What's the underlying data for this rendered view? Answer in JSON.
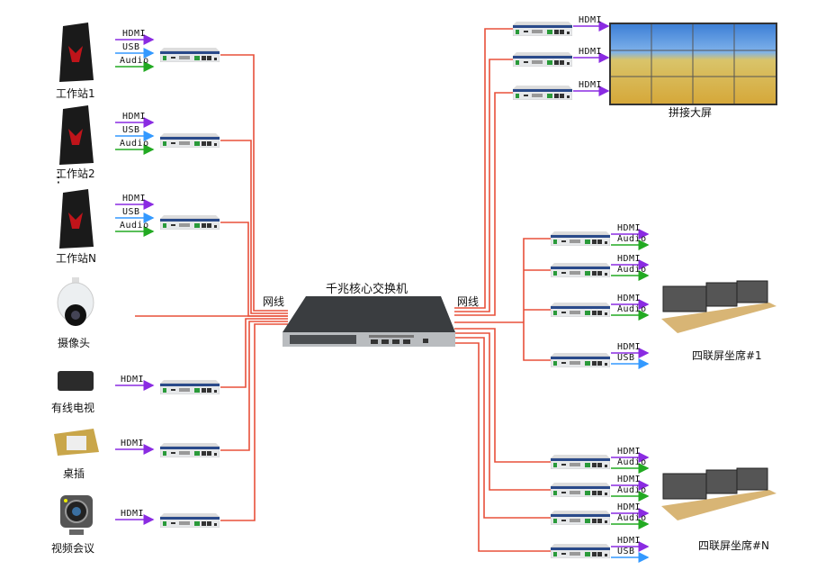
{
  "colors": {
    "wire": "#e8503a",
    "hdmi": "#8a2be2",
    "usb": "#3399ff",
    "audio": "#22aa22"
  },
  "switch": {
    "label": "千兆核心交换机",
    "left_cable_label": "网线",
    "right_cable_label": "网线"
  },
  "sources": [
    {
      "label": "工作站1",
      "icon": "workstation-tower-icon",
      "signals": [
        "HDMI",
        "USB",
        "Audio"
      ]
    },
    {
      "label": "工作站2",
      "icon": "workstation-tower-icon",
      "signals": [
        "HDMI",
        "USB",
        "Audio"
      ]
    },
    {
      "label": "工作站N",
      "icon": "workstation-tower-icon",
      "signals": [
        "HDMI",
        "USB",
        "Audio"
      ]
    },
    {
      "label": "摄像头",
      "icon": "ptz-camera-icon",
      "signals": []
    },
    {
      "label": "有线电视",
      "icon": "set-top-box-icon",
      "signals": [
        "HDMI"
      ]
    },
    {
      "label": "桌插",
      "icon": "desk-socket-icon",
      "signals": [
        "HDMI"
      ]
    },
    {
      "label": "视频会议",
      "icon": "webcam-icon",
      "signals": [
        "HDMI"
      ]
    }
  ],
  "ellipsis": "⋮",
  "video_wall": {
    "label": "拼接大屏",
    "signals": [
      "HDMI",
      "HDMI",
      "HDMI"
    ]
  },
  "seat1": {
    "label": "四联屏坐席#1",
    "decoders": [
      [
        "HDMI",
        "Audio"
      ],
      [
        "HDMI",
        "Audio"
      ],
      [
        "HDMI",
        "Audio"
      ],
      [
        "HDMI",
        "USB"
      ]
    ]
  },
  "seatN": {
    "label": "四联屏坐席#N",
    "decoders": [
      [
        "HDMI",
        "Audio"
      ],
      [
        "HDMI",
        "Audio"
      ],
      [
        "HDMI",
        "Audio"
      ],
      [
        "HDMI",
        "USB"
      ]
    ]
  }
}
